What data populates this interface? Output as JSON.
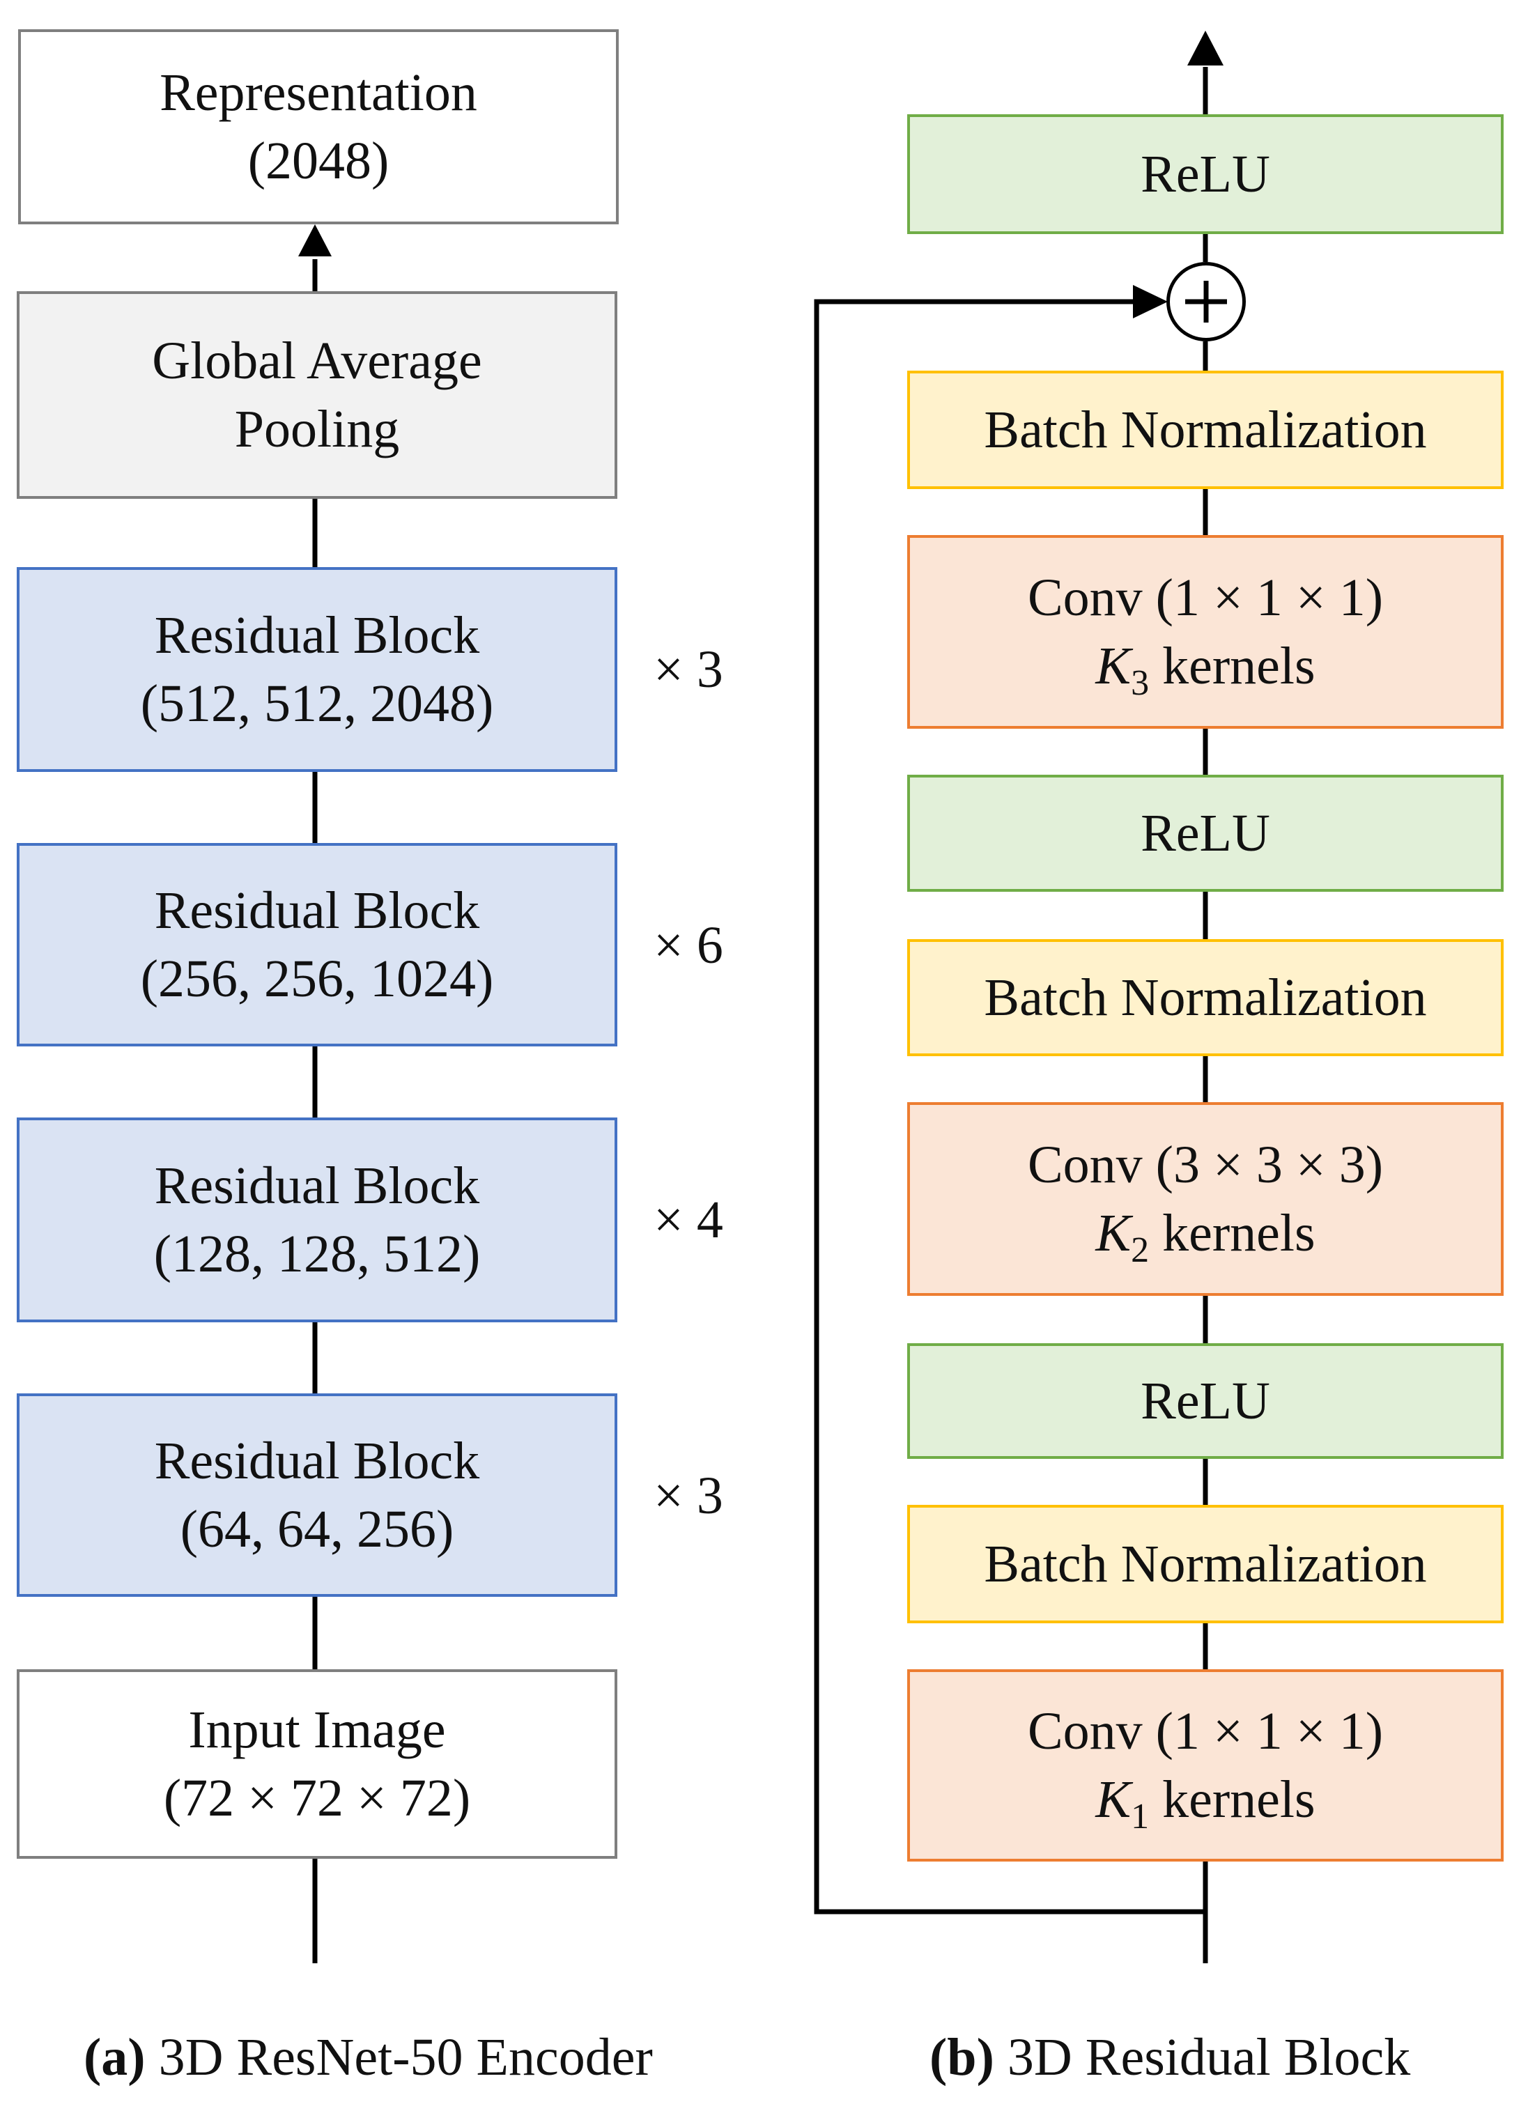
{
  "encoder": {
    "representation": [
      "Representation",
      "(2048)"
    ],
    "pooling": [
      "Global Average",
      "Pooling"
    ],
    "blocks": [
      {
        "title": "Residual Block",
        "dims": "(512, 512, 2048)",
        "repeat": "× 3"
      },
      {
        "title": "Residual Block",
        "dims": "(256, 256, 1024)",
        "repeat": "× 6"
      },
      {
        "title": "Residual Block",
        "dims": "(128, 128, 512)",
        "repeat": "× 4"
      },
      {
        "title": "Residual Block",
        "dims": "(64, 64, 256)",
        "repeat": "× 3"
      }
    ],
    "input": [
      "Input Image",
      "(72 × 72 × 72)"
    ],
    "caption_label": "(a)",
    "caption_text": " 3D ResNet-50 Encoder"
  },
  "residual_block": {
    "relu": "ReLU",
    "batch_norm": "Batch Normalization",
    "conv_top": {
      "op": "Conv (1 × 1 × 1)",
      "k": "K",
      "sub": "3",
      "suffix": " kernels"
    },
    "conv_mid": {
      "op": "Conv (3 × 3 × 3)",
      "k": "K",
      "sub": "2",
      "suffix": " kernels"
    },
    "conv_bottom": {
      "op": "Conv (1 × 1 × 1)",
      "k": "K",
      "sub": "1",
      "suffix": " kernels"
    },
    "caption_label": "(b)",
    "caption_text": " 3D Residual Block"
  },
  "colors": {
    "blue_fill": "#dae3f3",
    "blue_border": "#4472c4",
    "green_fill": "#e2f0d9",
    "green_border": "#70ad47",
    "yellow_fill": "#fff2cc",
    "yellow_border": "#ffc000",
    "orange_fill": "#fbe5d6",
    "orange_border": "#ed7d31",
    "gray_fill": "#f2f2f2"
  }
}
